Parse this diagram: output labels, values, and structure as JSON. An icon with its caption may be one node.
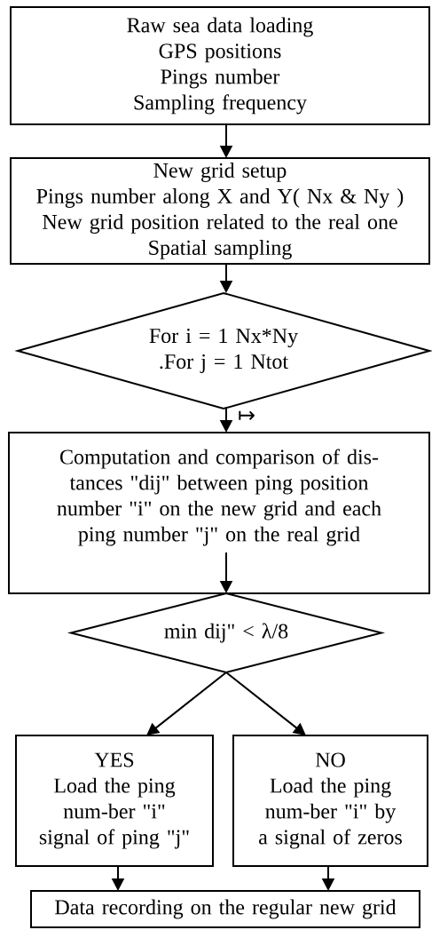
{
  "diagram": {
    "nodes": [
      {
        "text": [
          "Raw sea data loading",
          "GPS positions",
          "Pings number",
          "Sampling frequency"
        ]
      },
      {
        "text": [
          "New grid setup",
          "Pings number along X and Y( Nx & Ny )",
          "New grid position related to the real one",
          "Spatial sampling"
        ]
      },
      {
        "text": [
          "For i = 1 Nx*Ny",
          ".For j = 1 Ntot"
        ]
      },
      {
        "text": [
          "Computation and comparison of dis-tances \"dij\" between ping position number \"i\" on the new grid and each ping number \"j\" on the real grid"
        ]
      },
      {
        "text": [
          "min dij\" < λ/8"
        ]
      },
      {
        "text": [
          "YES",
          "Load the ping num-ber \"i\" signal of ping \"j\""
        ]
      },
      {
        "text": [
          "NO",
          "Load the ping num-ber \"i\" by a signal of zeros"
        ]
      },
      {
        "text": [
          "Data recording on the regular new grid"
        ]
      }
    ],
    "edges": [
      {
        "from": 0,
        "to": 1,
        "arrow": "to"
      },
      {
        "from": 1,
        "to": 2,
        "arrow": "to"
      },
      {
        "from": 2,
        "to": 3,
        "arrow": "to"
      },
      {
        "from": 3,
        "to": 4,
        "arrow": "to"
      },
      {
        "from": 4,
        "to": 5,
        "arrow": "to"
      },
      {
        "from": 4,
        "to": 6,
        "arrow": "to"
      },
      {
        "from": 5,
        "to": 7,
        "arrow": "to"
      },
      {
        "from": 6,
        "to": 7,
        "arrow": "to"
      }
    ],
    "labels": [
      "↦"
    ]
  }
}
